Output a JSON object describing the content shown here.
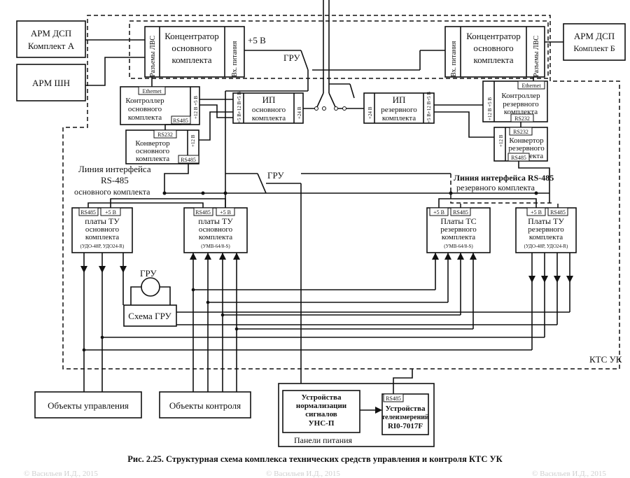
{
  "arm_dsp_a": {
    "line1": "АРМ ДСП",
    "line2": "Комплект А"
  },
  "arm_dsp_b": {
    "line1": "АРМ ДСП",
    "line2": "Комплект Б"
  },
  "arm_shn": "АРМ ШН",
  "hub_main": {
    "ports": "Разъемы ЛВС",
    "title": [
      "Концентратор",
      "основного",
      "комплекта"
    ],
    "power": "Вх. питания"
  },
  "hub_reserve": {
    "power": "Вх. питания",
    "title": [
      "Концентратор",
      "основного",
      "комплекта"
    ],
    "ports": "Разъемы ЛВС"
  },
  "plus5v": "+5 В",
  "gru": "ГРУ",
  "controller_main": {
    "tag_top": "Ethernet",
    "title": [
      "Контроллер",
      "основного",
      "комплекта"
    ],
    "tag_bottom": "RS485",
    "rail": "+12 В +5 В"
  },
  "psu_main": {
    "title": [
      "ИП",
      "основного",
      "комплекта"
    ],
    "left_rail": "+5 В+12 В+5 В",
    "right_rail": "+24 В"
  },
  "psu_reserve": {
    "title": [
      "ИП",
      "резервного",
      "комплекта"
    ],
    "left_rail": "+24 В",
    "right_rail": "+5 В+12 В+5 В"
  },
  "controller_reserve": {
    "tag_top": "Ethernet",
    "title": [
      "Контроллер",
      "резервного",
      "комплекта"
    ],
    "tag_bottom": "RS232",
    "rail": "+12 В +5 В"
  },
  "converter_main": {
    "tag_top": "RS232",
    "title": [
      "Конвертор",
      "основного",
      "комплекта"
    ],
    "tag_bottom": "RS485",
    "rail": "+12 В"
  },
  "converter_reserve": {
    "tag_top": "RS232",
    "title": [
      "Конвертор",
      "резервного",
      "комплекта"
    ],
    "tag_bottom": "RS485",
    "rail": "+12 В"
  },
  "line_main": [
    "Линия интерфейса",
    "RS-485",
    "основного комплекта"
  ],
  "line_reserve": [
    "Линия интерфейса RS-485",
    "резервного комплекта"
  ],
  "boards": [
    {
      "tags": [
        "RS485",
        "+5 В"
      ],
      "title": [
        "платы ТУ",
        "основного",
        "комплекта"
      ],
      "model": "(УДО-48Р, УДО24-R)"
    },
    {
      "tags": [
        "RS485",
        "+5 В"
      ],
      "title": [
        "платы ТУ",
        "основного",
        "комплекта"
      ],
      "model": "(УМВ-64/8-S)"
    },
    {
      "tags": [
        "+5 В",
        "RS485"
      ],
      "title": [
        "Платы ТС",
        "резервного",
        "комплекта"
      ],
      "model": "(УМВ-64/8-S)"
    },
    {
      "tags": [
        "+5 В",
        "RS485"
      ],
      "title": [
        "Платы ТУ",
        "резервного",
        "комплекта"
      ],
      "model": "(УДО-48Р, УДО24-R)"
    }
  ],
  "gru_scheme": "Схема ГРУ",
  "kts_uk": "КТС УК",
  "objects_control": "Объекты управления",
  "objects_monitor": "Объекты контроля",
  "power_panel": {
    "normalizer": [
      "Устройства",
      "нормализации",
      "сигналов",
      "УНС-П"
    ],
    "telemetry_tag": "RS485",
    "telemetry": [
      "Устройства",
      "телеизмерений",
      "RI0-7017F"
    ],
    "label": "Панели питания"
  },
  "caption": "Рис. 2.25. Структурная схема комплекса технических средств управления и контроля КТС УК",
  "watermarks": [
    "© Васильев И.Д., 2015",
    "© Васильев И.Д., 2015",
    "© Васильев И.Д., 2015"
  ]
}
